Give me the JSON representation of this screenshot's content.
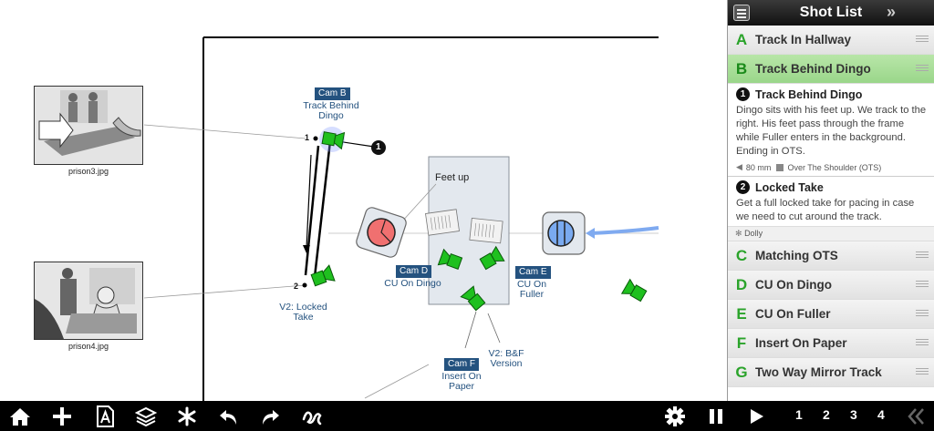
{
  "canvas": {
    "thumbs": [
      {
        "caption": "prison3.jpg"
      },
      {
        "caption": "prison4.jpg"
      }
    ],
    "cameras": [
      {
        "tag": "Cam B",
        "label": "Track Behind Dingo"
      },
      {
        "tag": "Cam D",
        "label": "CU On Dingo"
      },
      {
        "tag": "Cam E",
        "label": "CU On Fuller"
      },
      {
        "tag": "Cam F",
        "label": "Insert On Paper"
      }
    ],
    "labels": {
      "v2_locked": "V2: Locked Take",
      "v2_bf": "V2: B&F Version",
      "feet_up": "Feet up",
      "point1": "1",
      "point2": "2",
      "marker1": "1"
    }
  },
  "sidebar": {
    "title": "Shot List",
    "collapse_icon": "»",
    "shots": [
      {
        "letter": "A",
        "name": "Track In Hallway"
      },
      {
        "letter": "B",
        "name": "Track Behind Dingo"
      },
      {
        "letter": "C",
        "name": "Matching OTS"
      },
      {
        "letter": "D",
        "name": "CU On Dingo"
      },
      {
        "letter": "E",
        "name": "CU On Fuller"
      },
      {
        "letter": "F",
        "name": "Insert On Paper"
      },
      {
        "letter": "G",
        "name": "Two Way Mirror Track"
      }
    ],
    "details": [
      {
        "num": "1",
        "title": "Track Behind Dingo",
        "desc": "Dingo sits with his feet up. We track to the right. His feet pass through the frame while Fuller enters in the background. Ending in OTS.",
        "lens": "80 mm",
        "framing": "Over The Shoulder (OTS)"
      },
      {
        "num": "2",
        "title": "Locked Take",
        "desc": "Get a full locked take for pacing in case we need to cut around the track.",
        "movement": "Dolly"
      }
    ]
  },
  "toolbar": {
    "pages": [
      "1",
      "2",
      "3",
      "4"
    ]
  },
  "colors": {
    "accent_green": "#2aa32a",
    "camera_tag_blue": "#24527f",
    "active_row": "#a4dc92"
  }
}
